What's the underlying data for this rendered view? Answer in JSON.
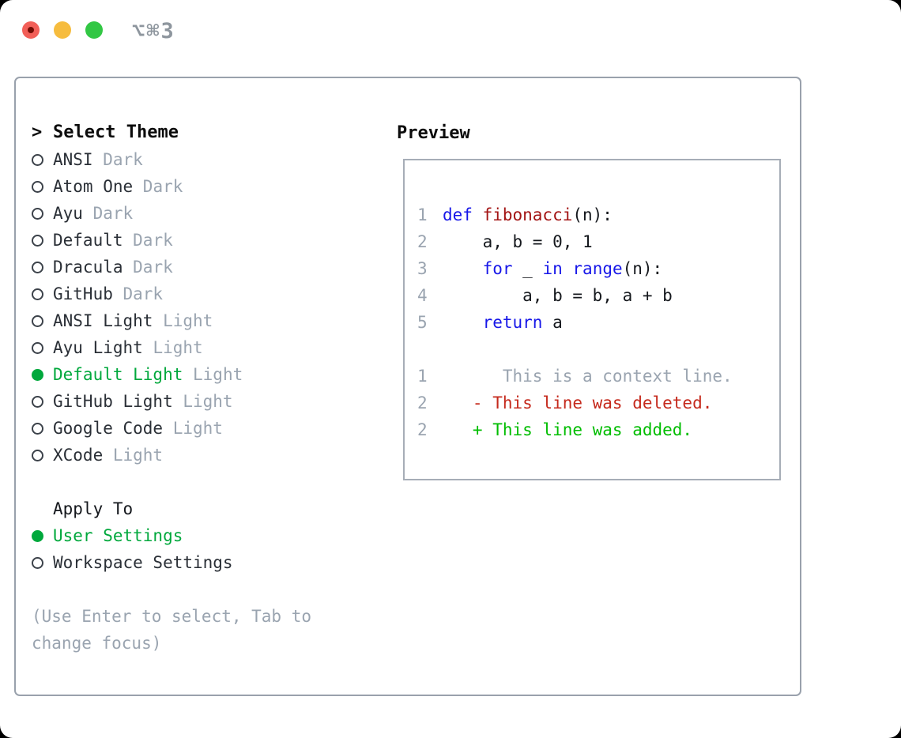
{
  "window": {
    "title": "⌥⌘3",
    "traffic_lights": [
      "close",
      "minimize",
      "zoom"
    ],
    "close_has_unsaved_dot": true
  },
  "colors": {
    "selection_green": "#00a83c",
    "added_green": "#00bd00",
    "deleted_red": "#c5291c",
    "keyword_blue": "#1717e8",
    "function_red": "#a31515",
    "muted_gray": "#9aa4b0",
    "text_dark": "#2a2f36",
    "panel_border": "#99a1ac",
    "preview_border": "#a6adb7",
    "titlebar_text": "#8e969e",
    "mac_red": "#f25f58",
    "mac_yellow": "#f6bc3e",
    "mac_green": "#32c744"
  },
  "left": {
    "header_prefix": ">",
    "header_label": "Select Theme",
    "themes": [
      {
        "name": "ANSI",
        "variant": "Dark",
        "selected": false
      },
      {
        "name": "Atom One",
        "variant": "Dark",
        "selected": false
      },
      {
        "name": "Ayu",
        "variant": "Dark",
        "selected": false
      },
      {
        "name": "Default",
        "variant": "Dark",
        "selected": false
      },
      {
        "name": "Dracula",
        "variant": "Dark",
        "selected": false
      },
      {
        "name": "GitHub",
        "variant": "Dark",
        "selected": false
      },
      {
        "name": "ANSI Light",
        "variant": "Light",
        "selected": false
      },
      {
        "name": "Ayu Light",
        "variant": "Light",
        "selected": false
      },
      {
        "name": "Default Light",
        "variant": "Light",
        "selected": true
      },
      {
        "name": "GitHub Light",
        "variant": "Light",
        "selected": false
      },
      {
        "name": "Google Code",
        "variant": "Light",
        "selected": false
      },
      {
        "name": "XCode",
        "variant": "Light",
        "selected": false
      }
    ],
    "apply_to_label": "Apply To",
    "apply_options": [
      {
        "name": "User Settings",
        "selected": true
      },
      {
        "name": "Workspace Settings",
        "selected": false
      }
    ],
    "hint": "(Use Enter to select, Tab to change focus)"
  },
  "preview": {
    "label": "Preview",
    "lines": [
      {
        "no": "1",
        "tokens": [
          {
            "text": "def ",
            "style": "keyword"
          },
          {
            "text": "fibonacci",
            "style": "function"
          },
          {
            "text": "(n):",
            "style": "plain"
          }
        ]
      },
      {
        "no": "2",
        "tokens": [
          {
            "text": "    a, b = 0, 1",
            "style": "plain"
          }
        ]
      },
      {
        "no": "3",
        "tokens": [
          {
            "text": "    ",
            "style": "plain"
          },
          {
            "text": "for",
            "style": "keyword"
          },
          {
            "text": " _ ",
            "style": "plain"
          },
          {
            "text": "in",
            "style": "keyword"
          },
          {
            "text": " ",
            "style": "plain"
          },
          {
            "text": "range",
            "style": "keyword"
          },
          {
            "text": "(n):",
            "style": "plain"
          }
        ]
      },
      {
        "no": "4",
        "tokens": [
          {
            "text": "        a, b = b, a + b",
            "style": "plain"
          }
        ]
      },
      {
        "no": "5",
        "tokens": [
          {
            "text": "    ",
            "style": "plain"
          },
          {
            "text": "return",
            "style": "keyword"
          },
          {
            "text": " a",
            "style": "plain"
          }
        ]
      },
      {
        "no": "",
        "tokens": []
      },
      {
        "no": "1",
        "tokens": [
          {
            "text": "      This is a context line.",
            "style": "context"
          }
        ]
      },
      {
        "no": "2",
        "tokens": [
          {
            "text": "   - This line was deleted.",
            "style": "deleted"
          }
        ]
      },
      {
        "no": "2",
        "tokens": [
          {
            "text": "   + This line was added.",
            "style": "added"
          }
        ]
      }
    ]
  }
}
